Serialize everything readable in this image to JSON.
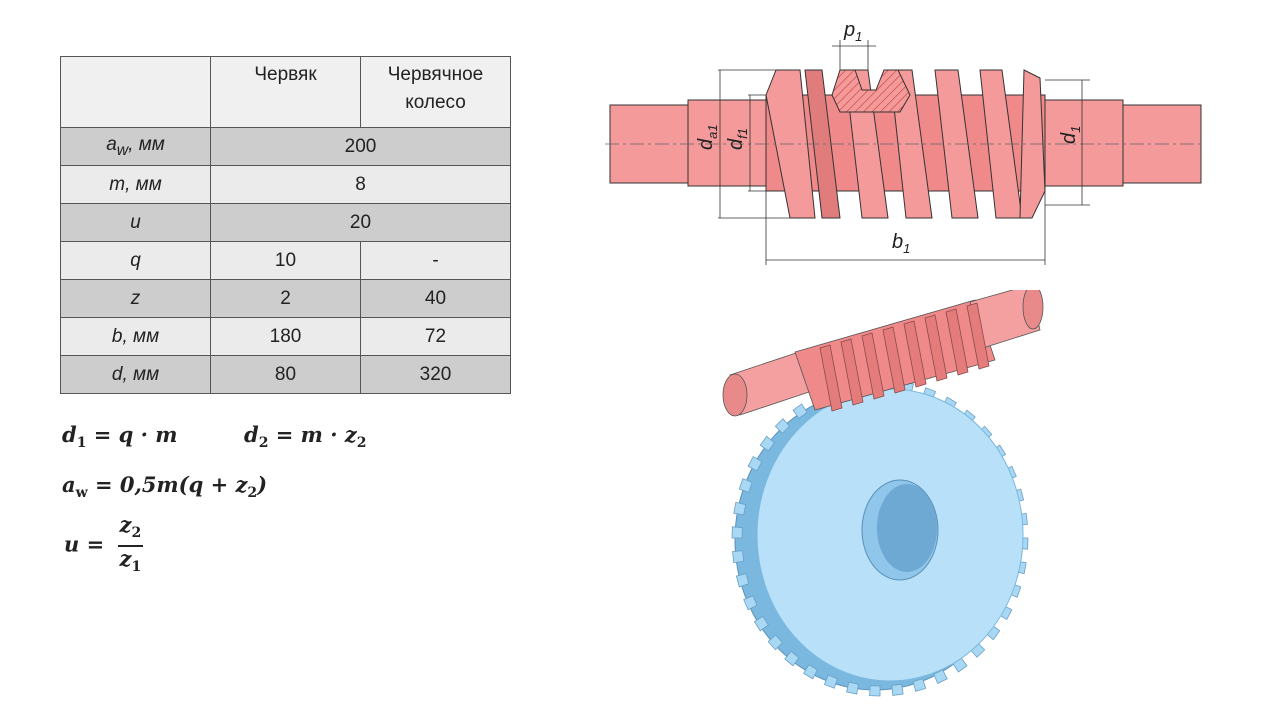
{
  "table": {
    "header": [
      "",
      "Червяк",
      "Червячное\nколесо"
    ],
    "rows": [
      {
        "label_var": "a",
        "label_sub": "w",
        "unit": ", мм",
        "span": true,
        "values": [
          "200"
        ]
      },
      {
        "label_var": "m",
        "label_sub": "",
        "unit": ", мм",
        "span": true,
        "values": [
          "8"
        ]
      },
      {
        "label_var": "u",
        "label_sub": "",
        "unit": "",
        "span": true,
        "values": [
          "20"
        ]
      },
      {
        "label_var": "q",
        "label_sub": "",
        "unit": "",
        "span": false,
        "values": [
          "10",
          "-"
        ]
      },
      {
        "label_var": "z",
        "label_sub": "",
        "unit": "",
        "span": false,
        "values": [
          "2",
          "40"
        ]
      },
      {
        "label_var": "b",
        "label_sub": "",
        "unit": ", мм",
        "span": false,
        "values": [
          "180",
          "72"
        ]
      },
      {
        "label_var": "d",
        "label_sub": "",
        "unit": ", мм",
        "span": false,
        "values": [
          "80",
          "320"
        ]
      }
    ]
  },
  "formulas": {
    "d1": {
      "lhs": "d",
      "lhs_sub": "1",
      "rhs": "= q · m"
    },
    "d2": {
      "lhs": "d",
      "lhs_sub": "2",
      "rhs": "= m · z",
      "rhs_sub": "2"
    },
    "aw": {
      "lhs": "a",
      "lhs_sub": "w",
      "rhs": "= 0,5m(q + z",
      "rhs_sub": "2",
      "rhs_tail": ")"
    },
    "u": {
      "lhs": "u =",
      "num": "z",
      "num_sub": "2",
      "den": "z",
      "den_sub": "1"
    }
  },
  "drawing_labels": {
    "p1": {
      "main": "p",
      "sub": "1"
    },
    "da1": {
      "main": "d",
      "sub": "a1"
    },
    "df1": {
      "main": "d",
      "sub": "f1"
    },
    "d1": {
      "main": "d",
      "sub": "1"
    },
    "b1": {
      "main": "b",
      "sub": "1"
    }
  },
  "colors": {
    "worm": "#f49a9a",
    "worm_dark": "#d96b6b",
    "wheel": "#a9d8f5",
    "wheel_dark": "#7ab8e0",
    "row_dark": "#cdcdcd",
    "row_light": "#ebebeb"
  }
}
